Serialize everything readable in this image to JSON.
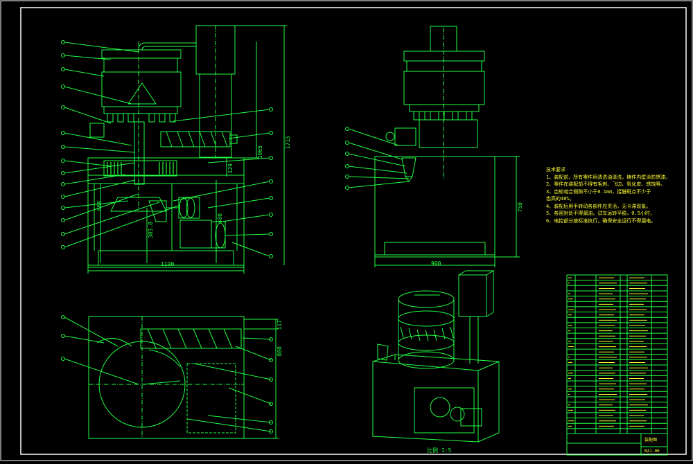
{
  "drawing": {
    "colors": {
      "line": "#22ff44",
      "text": "#ffff33",
      "bg": "#000000",
      "frame": "#ffffff"
    },
    "dimensions": {
      "front_width": "1190",
      "front_height_total": "1715",
      "front_height_upper": "1065",
      "front_dim_129": "129",
      "front_dim_480": "480",
      "front_dim_385": "385.8",
      "front_dim_660": "660",
      "side_width": "900",
      "side_height": "750",
      "plan_dim_117": "117",
      "plan_dim_800": "800"
    },
    "notes": {
      "title": "技术要求",
      "lines": [
        "1、装配前，所有零件用清洗油清洗，铸件内壁涂防锈漆。",
        "2、零件在装配前不得有毛刺、飞边、氧化皮、锈蚀等。",
        "3、齿轮啮合侧隙不小于0.1mm，接触斑点不少于",
        "   齿高的40%。",
        "4、装配后用手转动各部件应灵活，无卡滞现象。",
        "5、各密封处不得漏油，试车运转平稳，0.5小时，",
        "6、电控部分按标准执行，确保安全运行不得漏电。"
      ]
    },
    "scale_note": "比例 1:5",
    "title_block": {
      "name": "装配图",
      "code": "BZJ-00"
    }
  }
}
